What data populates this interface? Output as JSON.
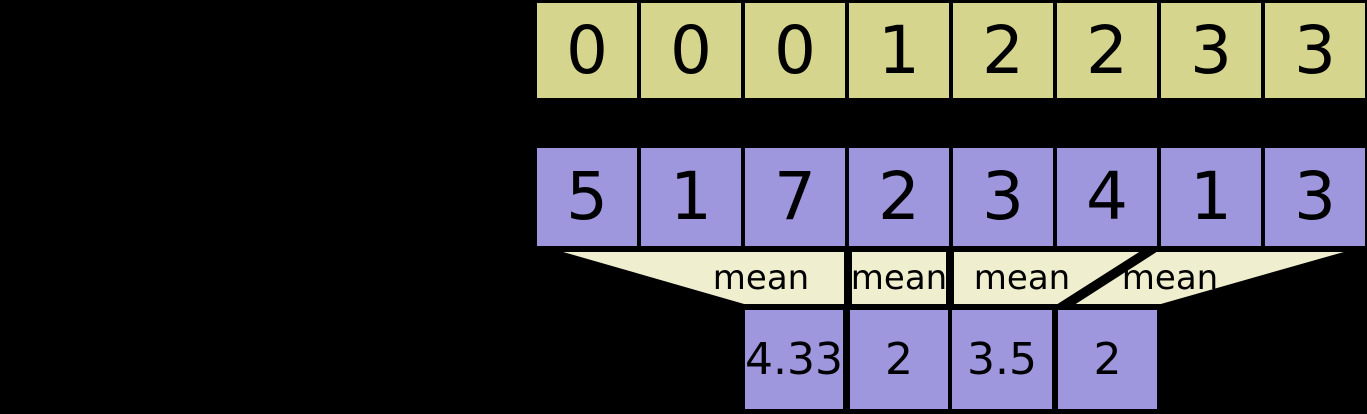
{
  "rows": {
    "segment_ids": [
      "0",
      "0",
      "0",
      "1",
      "2",
      "2",
      "3",
      "3"
    ],
    "data": [
      "5",
      "1",
      "7",
      "2",
      "3",
      "4",
      "1",
      "3"
    ],
    "results": [
      "4.33",
      "2",
      "3.5",
      "2"
    ]
  },
  "funnel_labels": [
    "mean",
    "mean",
    "mean",
    "mean"
  ],
  "colors": {
    "background": "#000000",
    "segment_ids_fill": "#d6d58e",
    "data_fill": "#9e97de",
    "funnel_fill": "#efefd0",
    "border": "#000000",
    "text": "#000000"
  }
}
